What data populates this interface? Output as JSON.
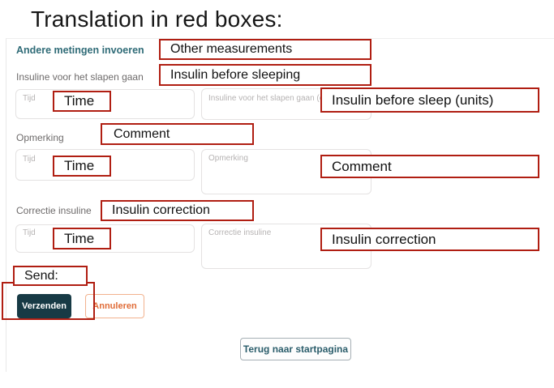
{
  "slide": {
    "title": "Translation in red boxes:"
  },
  "form": {
    "heading": "Andere metingen invoeren",
    "labels": {
      "insulin_before_sleep": "Insuline voor het slapen gaan",
      "comment": "Opmerking",
      "insulin_correction": "Correctie insuline"
    },
    "placeholders": {
      "time": "Tijd",
      "insulin_before_sleep": "Insuline voor het slapen gaan (eh)",
      "comment": "Opmerking",
      "insulin_correction": "Correctie insuline"
    },
    "buttons": {
      "submit": "Verzenden",
      "cancel": "Annuleren",
      "back": "Terug naar startpagina"
    }
  },
  "annotations": {
    "other_measurements": "Other measurements",
    "insulin_before_sleeping": "Insulin before sleeping",
    "time_1": "Time",
    "insulin_before_sleep_units": "Insulin before sleep (units)",
    "comment_label": "Comment",
    "time_2": "Time",
    "comment_field": "Comment",
    "insulin_correction_label": "Insulin correction",
    "time_3": "Time",
    "insulin_correction_field": "Insulin correction",
    "send": "Send:"
  },
  "colors": {
    "annotation_red": "#b01e12",
    "heading_teal": "#2f6b77",
    "submit_button_bg": "#173a45",
    "cancel_button_orange": "#e06c38",
    "back_button_teal": "#2b5d6b",
    "label_gray": "#6e6b6b"
  }
}
